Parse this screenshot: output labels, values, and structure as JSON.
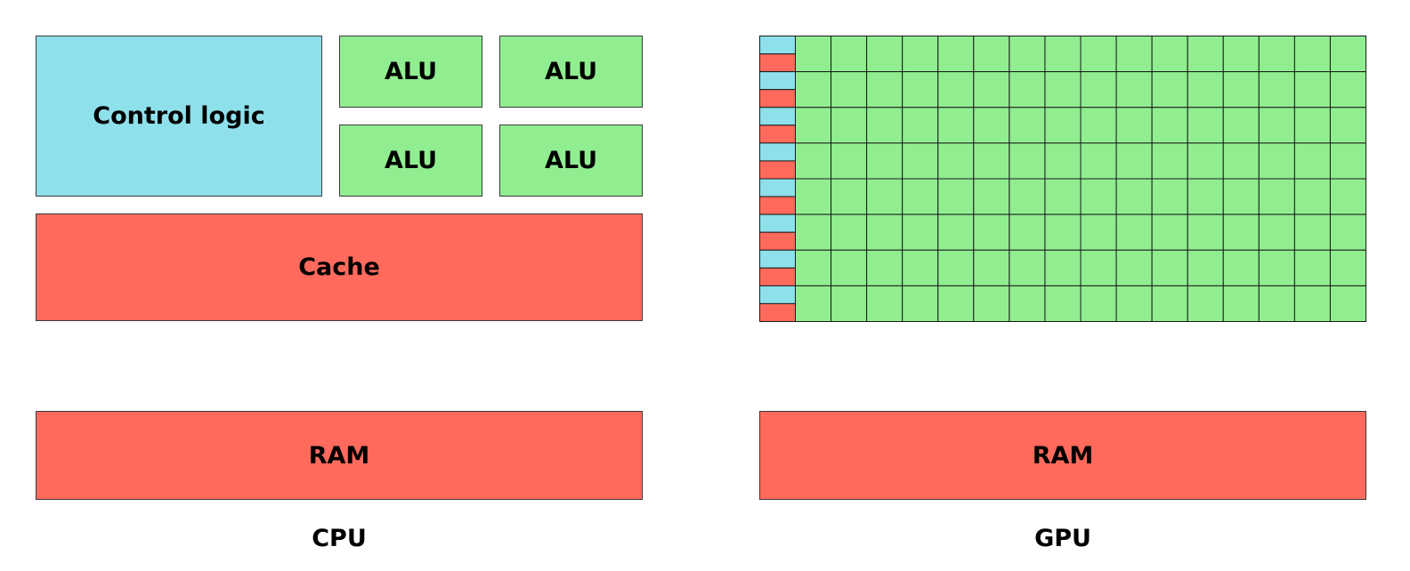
{
  "colors": {
    "control": "#8ee0ea",
    "alu": "#90ee90",
    "memory": "#ff6a5d",
    "border": "#3a3a3a"
  },
  "cpu": {
    "control_label": "Control logic",
    "alu_labels": [
      "ALU",
      "ALU",
      "ALU",
      "ALU"
    ],
    "cache_label": "Cache",
    "ram_label": "RAM",
    "title": "CPU"
  },
  "gpu": {
    "rows": 8,
    "alu_columns": 16,
    "ram_label": "RAM",
    "title": "GPU"
  }
}
